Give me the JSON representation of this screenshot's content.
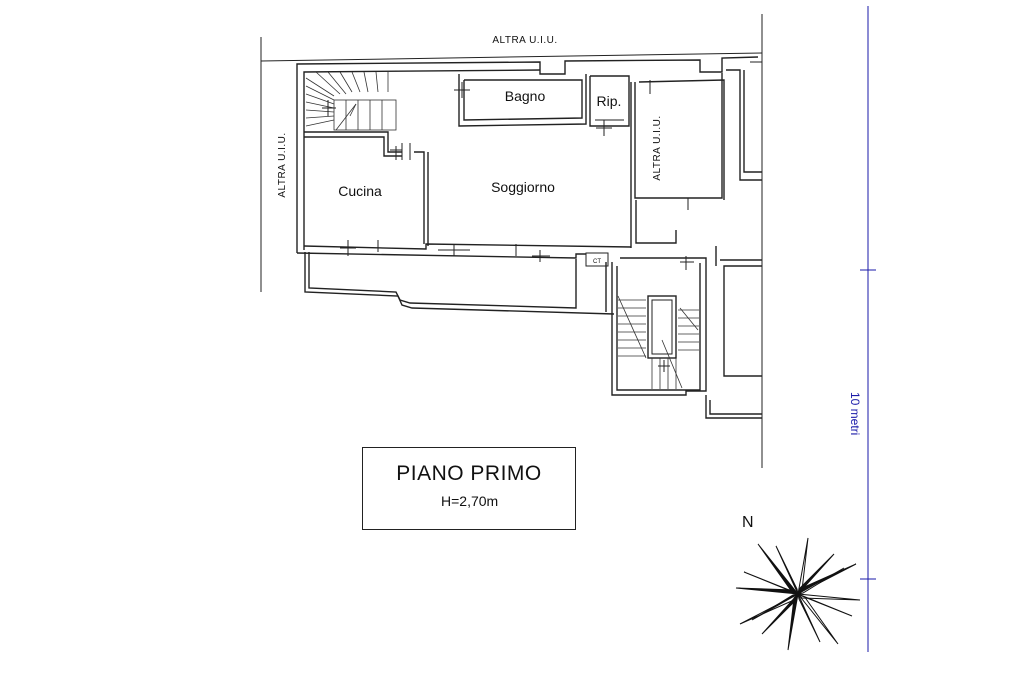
{
  "rooms": {
    "bagno": "Bagno",
    "ripostiglio": "Rip.",
    "cucina": "Cucina",
    "soggiorno": "Soggiorno"
  },
  "neighbors": {
    "top": "ALTRA U.I.U.",
    "left": "ALTRA U.I.U.",
    "right": "ALTRA U.I.U."
  },
  "ct_label": "CT",
  "title": {
    "main": "PIANO PRIMO",
    "height": "H=2,70m"
  },
  "scale": {
    "label": "10 metri"
  },
  "compass": {
    "north": "N"
  }
}
